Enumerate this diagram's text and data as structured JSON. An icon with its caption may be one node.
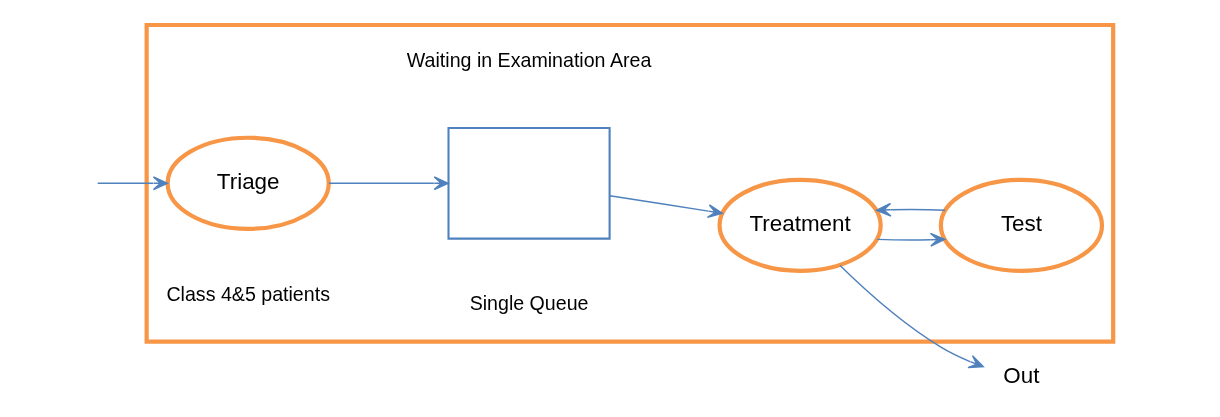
{
  "diagram": {
    "nodes": [
      {
        "text": [],
        "shape": "box"
      },
      {
        "text": [
          "Triage"
        ],
        "in": 0,
        "beside": [
          "Class 4&5 patients"
        ]
      },
      {
        "text": [],
        "shape": "box",
        "in": 0,
        "beside": [
          "Waiting in Examination Area",
          "Single Queue"
        ]
      },
      {
        "text": [
          "Treatment"
        ],
        "in": 0
      },
      {
        "text": [
          "Test"
        ],
        "in": 0
      },
      {
        "text": [
          "Out"
        ]
      }
    ],
    "edges": [
      {
        "from": null,
        "to": 1,
        "arrow": "to"
      },
      {
        "from": 1,
        "to": 2,
        "arrow": "to"
      },
      {
        "from": 2,
        "to": 3,
        "arrow": "to"
      },
      {
        "from": 3,
        "to": 4,
        "arrow": "to"
      },
      {
        "from": 4,
        "to": 3,
        "arrow": "to"
      },
      {
        "from": 3,
        "to": 5,
        "arrow": "to"
      }
    ]
  }
}
